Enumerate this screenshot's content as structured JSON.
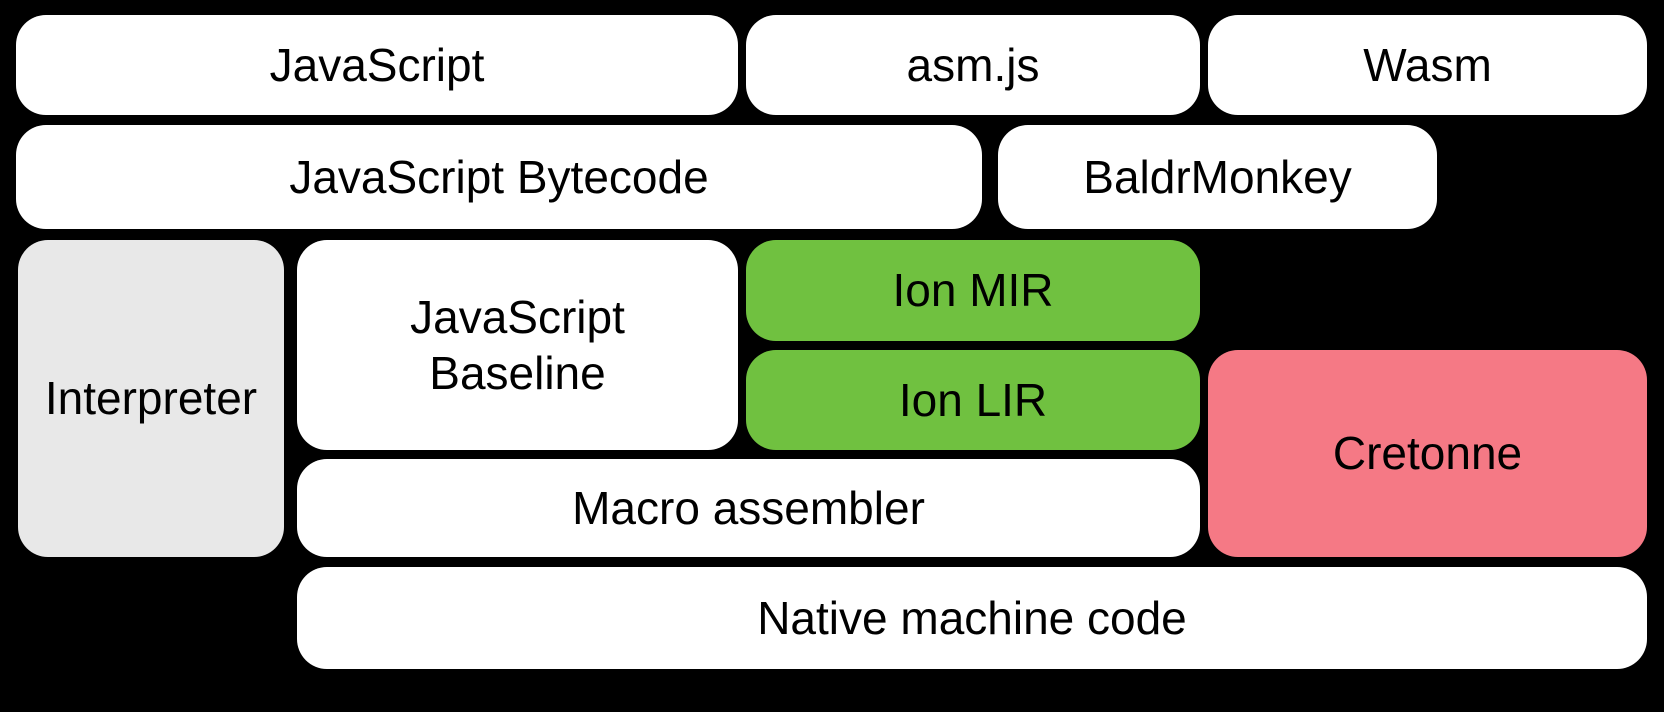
{
  "diagram": {
    "colors": {
      "background": "#000000",
      "text": "#000000",
      "plain_box": "#ffffff",
      "interpreter_box": "#e8e8e8",
      "ion_box": "#70c140",
      "cretonne_box": "#f57985"
    },
    "nodes": {
      "javascript": {
        "label": "JavaScript",
        "color": "#ffffff"
      },
      "asmjs": {
        "label": "asm.js",
        "color": "#ffffff"
      },
      "wasm": {
        "label": "Wasm",
        "color": "#ffffff"
      },
      "bytecode": {
        "label": "JavaScript Bytecode",
        "color": "#ffffff"
      },
      "baldrmonkey": {
        "label": "BaldrMonkey",
        "color": "#ffffff"
      },
      "interpreter": {
        "label": "Interpreter",
        "color": "#e8e8e8"
      },
      "baseline": {
        "label": "JavaScript Baseline",
        "color": "#ffffff"
      },
      "ion_mir": {
        "label": "Ion MIR",
        "color": "#70c140"
      },
      "ion_lir": {
        "label": "Ion LIR",
        "color": "#70c140"
      },
      "cretonne": {
        "label": "Cretonne",
        "color": "#f57985"
      },
      "macro_assembler": {
        "label": "Macro assembler",
        "color": "#ffffff"
      },
      "native": {
        "label": "Native machine code",
        "color": "#ffffff"
      }
    }
  }
}
